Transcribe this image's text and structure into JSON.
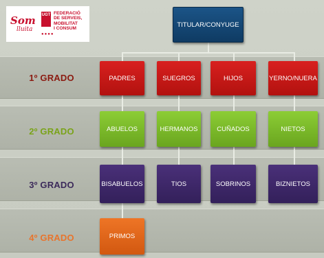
{
  "logo": {
    "slogan_top": "Som",
    "slogan_bottom": "lluita",
    "badge": "UGT",
    "org_lines": [
      "FEDERACIÓ",
      "DE SERVEIS,",
      "MOBILITAT",
      "I CONSUM"
    ],
    "dots": "●●●●"
  },
  "root": {
    "label": "TITULAR/CONYUGE"
  },
  "grades": [
    {
      "label": "1º GRADO",
      "color": "#8b1a10"
    },
    {
      "label": "2º GRADO",
      "color": "#7aa319"
    },
    {
      "label": "3º GRADO",
      "color": "#3c2a5a"
    },
    {
      "label": "4º GRADO",
      "color": "#e8742c"
    }
  ],
  "nodes": {
    "grado1": [
      "PADRES",
      "SUEGROS",
      "HIJOS",
      "YERNO/NUERA"
    ],
    "grado2": [
      "ABUELOS",
      "HERMANOS",
      "CUÑADOS",
      "NIETOS"
    ],
    "grado3": [
      "BISABUELOS",
      "TIOS",
      "SOBRINOS",
      "BIZNIETOS"
    ],
    "grado4": [
      "PRIMOS"
    ]
  },
  "colors": {
    "root": "#0f3b63",
    "grado1": "#c0161a",
    "grado2": "#7cbc2a",
    "grado3": "#3d2669",
    "grado4": "#e06418"
  }
}
